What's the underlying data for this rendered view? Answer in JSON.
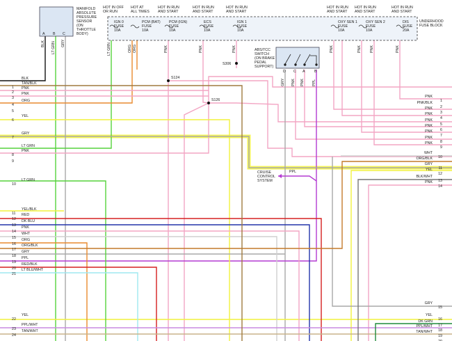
{
  "components": {
    "map_sensor": [
      "MANIFOLD",
      "ABSOLUTE",
      "PRESSURE",
      "SENSOR",
      "(ON",
      "THROTTLE",
      "BODY)"
    ],
    "map_pins": [
      "A",
      "B",
      "C"
    ],
    "map_wires": [
      "BLK",
      "LT GRN",
      "GRY"
    ],
    "fuse_block": [
      "UNDERHOOD",
      "FUSE BLOCK"
    ],
    "switch": [
      "ABS/TCC",
      "SWITCH",
      "(ON BRAKE",
      "PEDAL",
      "SUPPORT)"
    ],
    "switch_pins": [
      "D",
      "C",
      "A",
      "B"
    ],
    "cruise": [
      "CRUISE",
      "CONTROL",
      "SYSTEM"
    ]
  },
  "fuses": [
    {
      "hot": [
        "HOT IN OFF",
        "OR RUN"
      ],
      "name": [
        "IGN 0",
        "FUSE",
        "10A"
      ]
    },
    {
      "hot": [
        "HOT AT",
        "ALL TIMES"
      ],
      "name": [
        "PCM (BAT)",
        "FUSE",
        "10A"
      ]
    },
    {
      "hot": [
        "HOT IN RUN",
        "AND START"
      ],
      "name": [
        "PCM (IGN)",
        "FUSE",
        "10A"
      ]
    },
    {
      "hot": [
        "HOT IN RUN",
        "AND START"
      ],
      "name": [
        "ECS",
        "FUSE",
        "10A"
      ]
    },
    {
      "hot": [
        "HOT IN RUN",
        "AND START"
      ],
      "name": [
        "IGN 1",
        "FUSE",
        "10A"
      ]
    },
    {
      "hot": [
        "HOT IN RUN",
        "AND START"
      ],
      "name": [
        "OXY SEN 1",
        "FUSE",
        "10A"
      ]
    },
    {
      "hot": [
        "HOT IN RUN",
        "AND START"
      ],
      "name": [
        "OXY SEN 2",
        "FUSE",
        "10A"
      ]
    },
    {
      "hot": [
        "HOT IN RUN",
        "AND START"
      ],
      "name": [
        "DIS",
        "FUSE",
        "20A"
      ]
    }
  ],
  "fuse_wires": [
    "LT GRN",
    "ORG",
    "ORG",
    "PNK",
    "PNK",
    "PNK",
    "PNK",
    "PNK",
    "PNK",
    "PNK"
  ],
  "vertical_labels": [
    "GRY",
    "PNK",
    "PNK",
    "PPL",
    "PNK",
    "PNK",
    "PNK"
  ],
  "splices": [
    "S124",
    "S126",
    "S306"
  ],
  "left_pins": [
    {
      "n": "",
      "label": "BLK"
    },
    {
      "n": "1",
      "label": "TAN/BLK"
    },
    {
      "n": "2",
      "label": "PNK"
    },
    {
      "n": "3",
      "label": "PNK"
    },
    {
      "n": "4",
      "label": "ORG"
    },
    {
      "n": "5",
      "label": ""
    },
    {
      "n": "6",
      "label": "YEL"
    },
    {
      "n": "7",
      "label": "GRY"
    },
    {
      "n": "",
      "label": "LT GRN"
    },
    {
      "n": "8",
      "label": "PNK"
    },
    {
      "n": "9",
      "label": ""
    },
    {
      "n": "10",
      "label": "LT GRN"
    },
    {
      "n": "11",
      "label": "YEL/BLK"
    },
    {
      "n": "12",
      "label": "RED"
    },
    {
      "n": "13",
      "label": "DK BLU"
    },
    {
      "n": "14",
      "label": "PNK"
    },
    {
      "n": "15",
      "label": "WHT"
    },
    {
      "n": "16",
      "label": "ORG"
    },
    {
      "n": "17",
      "label": "ORG/BLK"
    },
    {
      "n": "18",
      "label": "GRY"
    },
    {
      "n": "19",
      "label": "PPL"
    },
    {
      "n": "20",
      "label": "RED/BLK"
    },
    {
      "n": "21",
      "label": "LT BLU/WHT"
    },
    {
      "n": "22",
      "label": "YEL"
    },
    {
      "n": "23",
      "label": "PPL/WHT"
    },
    {
      "n": "24",
      "label": "TAN/WHT"
    }
  ],
  "right_pins": [
    {
      "n": "1",
      "label": "PNK"
    },
    {
      "n": "2",
      "label": "PNK/BLK"
    },
    {
      "n": "3",
      "label": "PNK"
    },
    {
      "n": "4",
      "label": "PNK"
    },
    {
      "n": "5",
      "label": "PNK"
    },
    {
      "n": "6",
      "label": "PNK"
    },
    {
      "n": "7",
      "label": "PNK"
    },
    {
      "n": "8",
      "label": "PNK"
    },
    {
      "n": "9",
      "label": "PNK"
    },
    {
      "n": "10",
      "label": "WHT"
    },
    {
      "n": "",
      "label": "ORG/BLK"
    },
    {
      "n": "11",
      "label": "GRY"
    },
    {
      "n": "12",
      "label": "YEL"
    },
    {
      "n": "13",
      "label": "BLK/WHT"
    },
    {
      "n": "14",
      "label": "PNK"
    },
    {
      "n": "15",
      "label": "GRY"
    },
    {
      "n": "16",
      "label": "YEL"
    },
    {
      "n": "17",
      "label": "DK GRN"
    },
    {
      "n": "18",
      "label": "PPL/WHT"
    },
    {
      "n": "19",
      "label": "TAN/WHT"
    },
    {
      "n": "20",
      "label": ""
    }
  ],
  "ppl_label": "PPL",
  "colors": {
    "pink": "#f3a6c4",
    "lt_green": "#55d23c",
    "orange": "#e98a2e",
    "grey": "#a9a9a9",
    "yellow": "#f2f23c",
    "red": "#d62020",
    "dk_blue": "#2233aa",
    "purple": "#b43cd2",
    "tan": "#a07a3e",
    "black": "#111111"
  }
}
